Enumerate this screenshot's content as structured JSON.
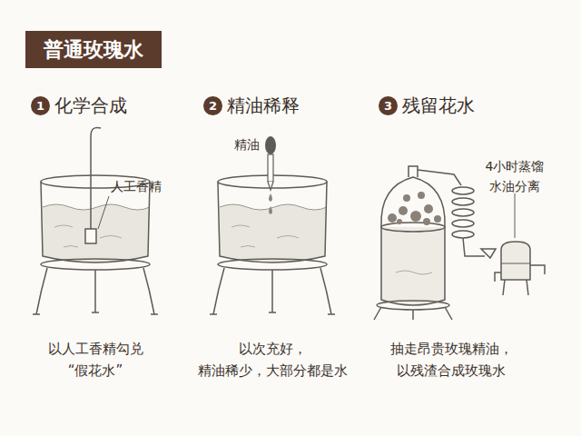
{
  "diagram": {
    "title": "普通玫瑰水",
    "nodes": [
      {
        "text": [
          "1"
        ]
      },
      {
        "text": [
          "2"
        ]
      },
      {
        "text": [
          "3"
        ]
      }
    ],
    "labels": [
      "化学合成",
      "精油稀释",
      "残留花水",
      "人工香精",
      "精油",
      "4小时蒸馏 水油分离",
      "以人工香精勾兑 “假花水”",
      "以次充好， 精油稀少，大部分都是水",
      "抽走昂贵玫瑰精油， 以残渣合成玫瑰水"
    ]
  }
}
